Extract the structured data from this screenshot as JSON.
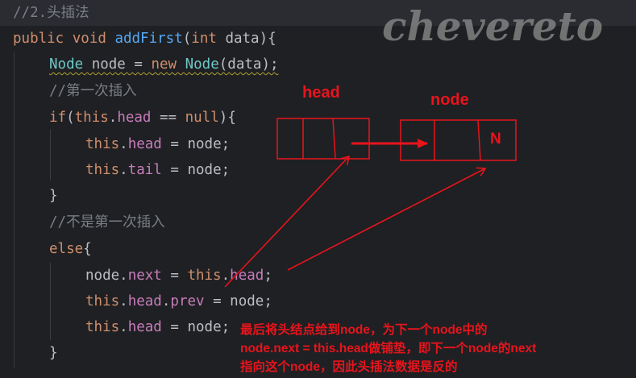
{
  "editor": {
    "lines": [
      [
        {
          "t": "//2.头插法",
          "c": "cmt"
        }
      ],
      [
        {
          "t": "public ",
          "c": "kw"
        },
        {
          "t": "void ",
          "c": "kw"
        },
        {
          "t": "addFirst",
          "c": "fn"
        },
        {
          "t": "(",
          "c": "plain"
        },
        {
          "t": "int ",
          "c": "kw"
        },
        {
          "t": "data){",
          "c": "plain"
        }
      ],
      [
        {
          "t": "Node",
          "c": "cls"
        },
        {
          "t": " node = ",
          "c": "plain"
        },
        {
          "t": "new ",
          "c": "kw"
        },
        {
          "t": "Node",
          "c": "cls"
        },
        {
          "t": "(data);",
          "c": "plain"
        }
      ],
      [
        {
          "t": "//第一次插入",
          "c": "cmt"
        }
      ],
      [
        {
          "t": "if",
          "c": "kw"
        },
        {
          "t": "(",
          "c": "plain"
        },
        {
          "t": "this",
          "c": "kw"
        },
        {
          "t": ".",
          "c": "plain"
        },
        {
          "t": "head",
          "c": "fld"
        },
        {
          "t": " == ",
          "c": "plain"
        },
        {
          "t": "null",
          "c": "kw"
        },
        {
          "t": "){",
          "c": "plain"
        }
      ],
      [
        {
          "t": "this",
          "c": "kw"
        },
        {
          "t": ".",
          "c": "plain"
        },
        {
          "t": "head",
          "c": "fld"
        },
        {
          "t": " = node;",
          "c": "plain"
        }
      ],
      [
        {
          "t": "this",
          "c": "kw"
        },
        {
          "t": ".",
          "c": "plain"
        },
        {
          "t": "tail",
          "c": "fld"
        },
        {
          "t": " = node;",
          "c": "plain"
        }
      ],
      [
        {
          "t": "}",
          "c": "plain"
        }
      ],
      [
        {
          "t": "//不是第一次插入",
          "c": "cmt"
        }
      ],
      [
        {
          "t": "else",
          "c": "kw"
        },
        {
          "t": "{",
          "c": "plain"
        }
      ],
      [
        {
          "t": "node.",
          "c": "plain"
        },
        {
          "t": "next",
          "c": "fld"
        },
        {
          "t": " = ",
          "c": "plain"
        },
        {
          "t": "this",
          "c": "kw"
        },
        {
          "t": ".",
          "c": "plain"
        },
        {
          "t": "head",
          "c": "fld"
        },
        {
          "t": ";",
          "c": "plain"
        }
      ],
      [
        {
          "t": "this",
          "c": "kw"
        },
        {
          "t": ".",
          "c": "plain"
        },
        {
          "t": "head",
          "c": "fld"
        },
        {
          "t": ".",
          "c": "plain"
        },
        {
          "t": "prev",
          "c": "fld"
        },
        {
          "t": " = node;",
          "c": "plain"
        }
      ],
      [
        {
          "t": "this",
          "c": "kw"
        },
        {
          "t": ".",
          "c": "plain"
        },
        {
          "t": "head",
          "c": "fld"
        },
        {
          "t": " = node;",
          "c": "plain"
        }
      ],
      [
        {
          "t": "}",
          "c": "plain"
        }
      ]
    ]
  },
  "watermark": "chevereto",
  "annotations": {
    "head_label": "head",
    "node_label": "node",
    "null_marker": "N",
    "note_lines": [
      "最后将头结点给到node，为下一个node中的",
      "node.next = this.head做铺垫，即下一个node的next",
      "指向这个node，因此头插法数据是反的"
    ]
  },
  "colors": {
    "annotation": "#e8141c",
    "background": "#1f2023",
    "keyword": "#cf8e6d",
    "function": "#56a8f5",
    "field": "#c77dbb",
    "comment": "#7a7e85"
  }
}
